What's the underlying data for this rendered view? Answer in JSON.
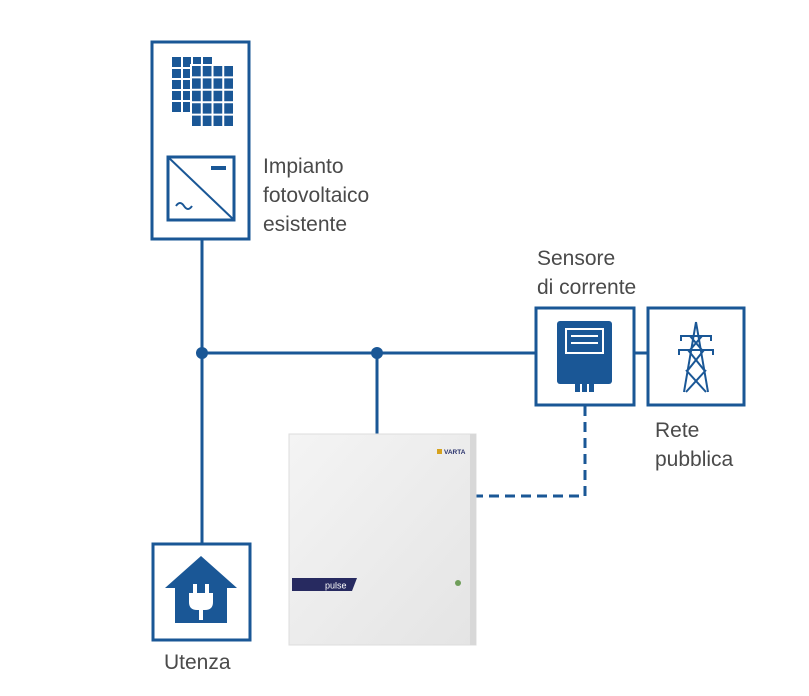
{
  "pv_label": [
    "Impianto",
    "fotovoltaico",
    "esistente"
  ],
  "sensor_label": [
    "Sensore",
    "di corrente"
  ],
  "grid_label": [
    "Rete",
    "pubblica"
  ],
  "load_label": "Utenza",
  "battery": {
    "brand": "VARTA",
    "model": "pulse"
  },
  "colors": {
    "line": "#1a5796",
    "text": "#4a4a4a",
    "cabinet": "#eeeeee",
    "stripe": "#272a60"
  },
  "icons": [
    "solar-panel-icon",
    "inverter-icon",
    "current-sensor-icon",
    "power-pylon-icon",
    "house-plug-icon"
  ]
}
